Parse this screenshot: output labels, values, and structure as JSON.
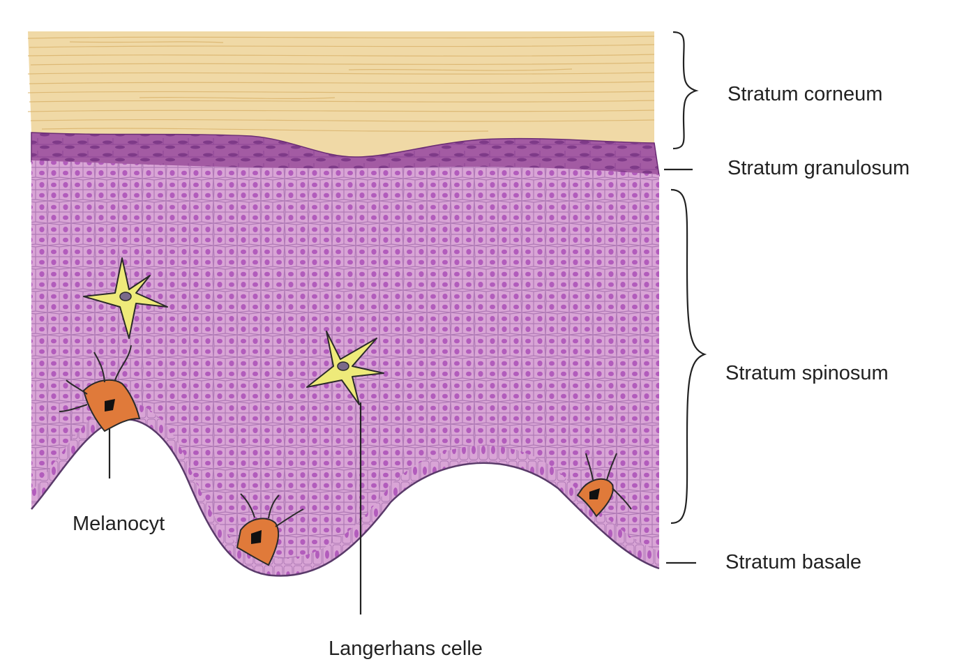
{
  "labels": {
    "stratum_corneum": "Stratum corneum",
    "stratum_granulosum": "Stratum granulosum",
    "stratum_spinosum": "Stratum spinosum",
    "stratum_basale": "Stratum basale",
    "melanocyt": "Melanocyt",
    "langerhans": "Langerhans celle"
  },
  "colors": {
    "corneum": "#f0d9a6",
    "corneum_lines": "#d9b26a",
    "granulosum": "#a35ba3",
    "granulosum_cells": "#7e3a88",
    "spinosum": "#d9a5d6",
    "cell_outline": "#a868b0",
    "nucleus": "#b25cbc",
    "melanocyte": "#e07a3a",
    "langerhans": "#eeea7a",
    "outline": "#2a2a2a"
  }
}
